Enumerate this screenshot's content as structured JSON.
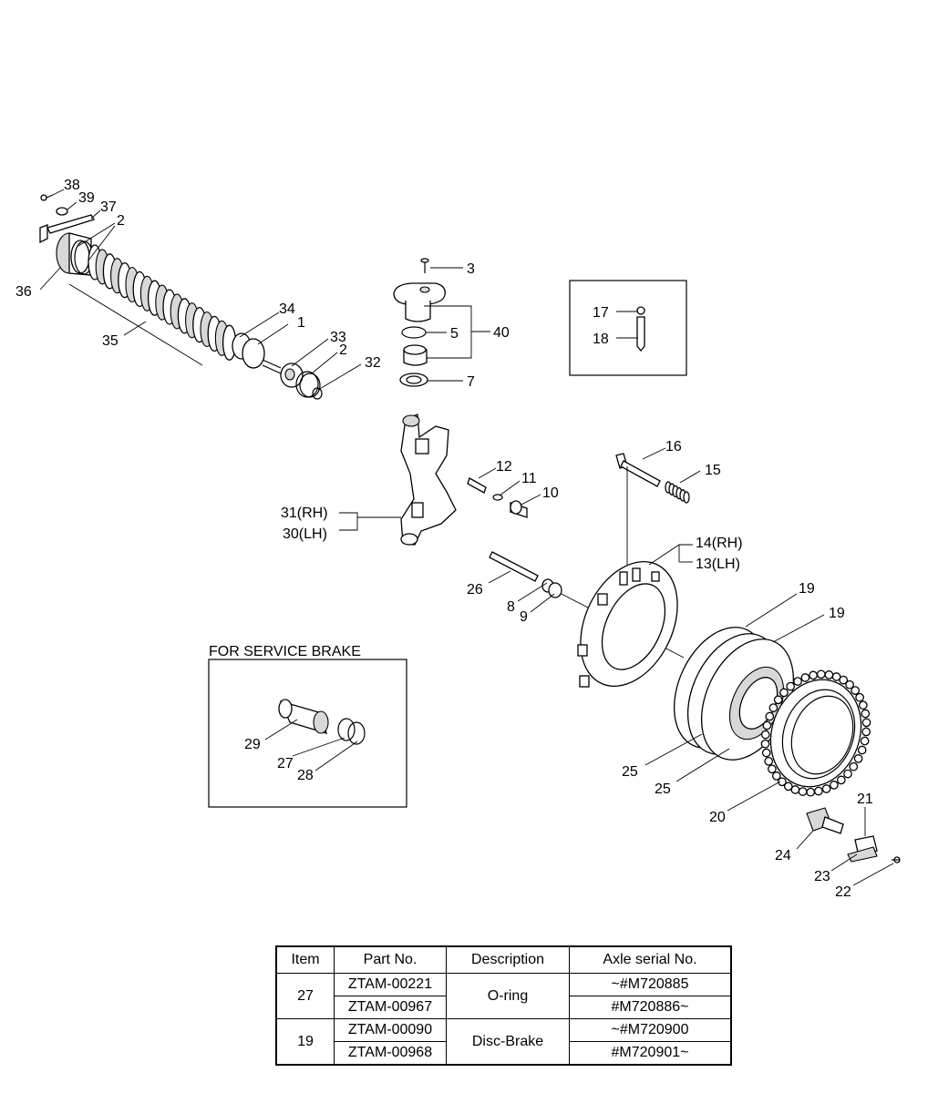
{
  "callouts": {
    "c38": "38",
    "c39": "39",
    "c37": "37",
    "c2a": "2",
    "c36": "36",
    "c35": "35",
    "c34": "34",
    "c1": "1",
    "c33": "33",
    "c2b": "2",
    "c32": "32",
    "c3": "3",
    "c5": "5",
    "c40": "40",
    "c7": "7",
    "c17": "17",
    "c18": "18",
    "c12": "12",
    "c11": "11",
    "c10": "10",
    "c31": "31(RH)",
    "c30": "30(LH)",
    "c16": "16",
    "c15": "15",
    "c14": "14(RH)",
    "c13": "13(LH)",
    "c26": "26",
    "c8": "8",
    "c9": "9",
    "c19a": "19",
    "c19b": "19",
    "c25a": "25",
    "c25b": "25",
    "c20": "20",
    "c21": "21",
    "c24": "24",
    "c23": "23",
    "c22": "22",
    "c29": "29",
    "c27": "27",
    "c28": "28"
  },
  "service_brake_label": "FOR SERVICE BRAKE",
  "table": {
    "headers": [
      "Item",
      "Part No.",
      "Description",
      "Axle serial No."
    ],
    "groups": [
      {
        "item": "27",
        "description": "O-ring",
        "rows": [
          {
            "part_no": "ZTAM-00221",
            "serial": "~#M720885"
          },
          {
            "part_no": "ZTAM-00967",
            "serial": "#M720886~"
          }
        ]
      },
      {
        "item": "19",
        "description": "Disc-Brake",
        "rows": [
          {
            "part_no": "ZTAM-00090",
            "serial": "~#M720900"
          },
          {
            "part_no": "ZTAM-00968",
            "serial": "#M720901~"
          }
        ]
      }
    ]
  }
}
